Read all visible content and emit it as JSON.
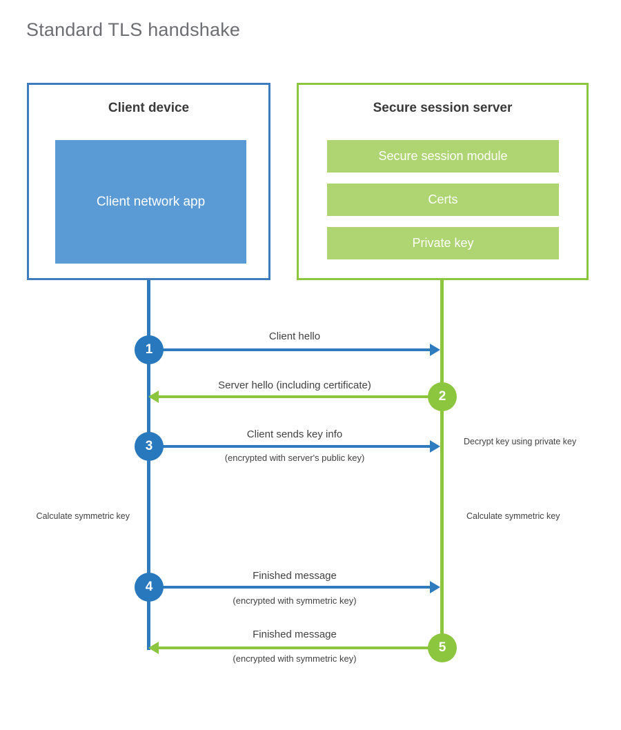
{
  "title": "Standard TLS handshake",
  "colors": {
    "client_blue": "#2e7cbe",
    "client_fill": "#5b9bd5",
    "server_green": "#8cc63f",
    "server_fill": "#aed571",
    "title_gray": "#6d6e71",
    "label_gray": "#414141"
  },
  "client": {
    "title": "Client device",
    "app_label": "Client network app"
  },
  "server": {
    "title": "Secure session server",
    "components": [
      {
        "label": "Secure session module"
      },
      {
        "label": "Certs"
      },
      {
        "label": "Private key"
      }
    ]
  },
  "steps": [
    {
      "number": "1",
      "side": "client",
      "direction": "to-server",
      "label": "Client hello",
      "sublabel": ""
    },
    {
      "number": "2",
      "side": "server",
      "direction": "to-client",
      "label": "Server hello (including certificate)",
      "sublabel": ""
    },
    {
      "number": "3",
      "side": "client",
      "direction": "to-server",
      "label": "Client sends key info",
      "sublabel": "(encrypted with server's public key)"
    },
    {
      "number": "4",
      "side": "client",
      "direction": "to-server",
      "label": "Finished message",
      "sublabel": "(encrypted with symmetric key)"
    },
    {
      "number": "5",
      "side": "server",
      "direction": "to-client",
      "label": "Finished message",
      "sublabel": "(encrypted with symmetric key)"
    }
  ],
  "notes": {
    "decrypt_key": "Decrypt key using private key",
    "client_calculate": "Calculate symmetric key",
    "server_calculate": "Calculate symmetric key"
  }
}
